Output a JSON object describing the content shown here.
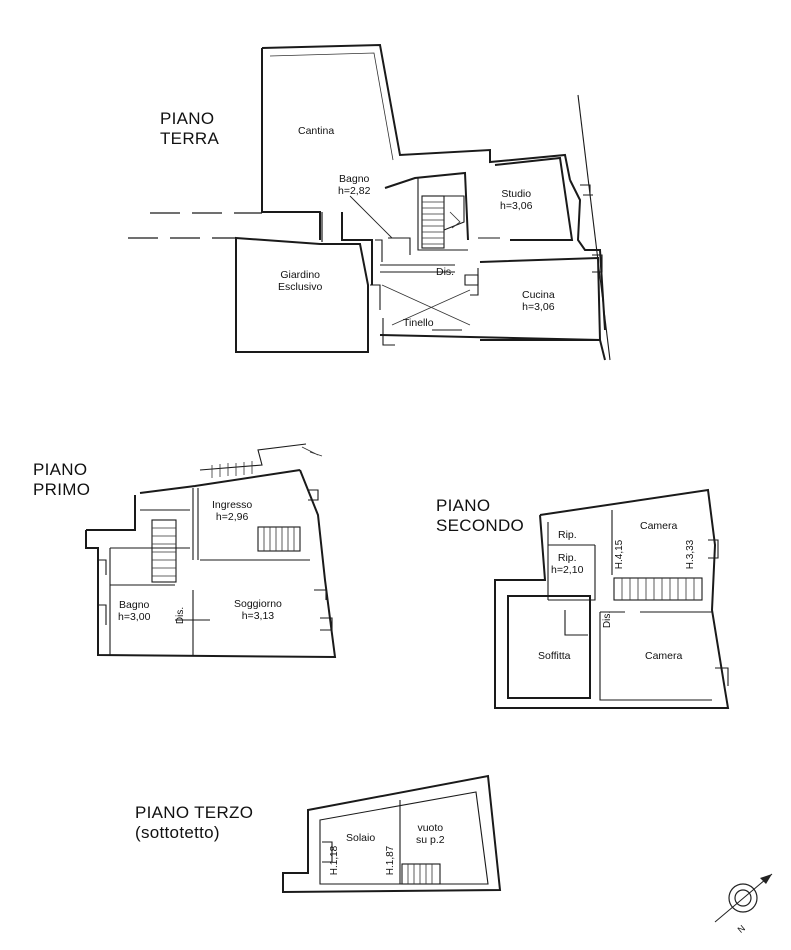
{
  "floors": {
    "terra": {
      "line1": "PIANO",
      "line2": "TERRA"
    },
    "primo": {
      "line1": "PIANO",
      "line2": "PRIMO"
    },
    "secondo": {
      "line1": "PIANO",
      "line2": "SECONDO"
    },
    "terzo": {
      "line1": "PIANO TERZO",
      "line2": "(sottotetto)"
    }
  },
  "rooms": {
    "cantina": {
      "name": "Cantina"
    },
    "bagno_t": {
      "name": "Bagno",
      "h": "h=2,82"
    },
    "studio": {
      "name": "Studio",
      "h": "h=3,06"
    },
    "giardino": {
      "name": "Giardino",
      "name2": "Esclusivo"
    },
    "dis_t": {
      "name": "Dis."
    },
    "cucina": {
      "name": "Cucina",
      "h": "h=3,06"
    },
    "tinello": {
      "name": "Tinello"
    },
    "ingresso": {
      "name": "Ingresso",
      "h": "h=2,96"
    },
    "bagno_p": {
      "name": "Bagno",
      "h": "h=3,00"
    },
    "dis_p": {
      "name": "Dis."
    },
    "soggiorno": {
      "name": "Soggiorno",
      "h": "h=3,13"
    },
    "rip1": {
      "name": "Rip."
    },
    "rip2": {
      "name": "Rip.",
      "h": "h=2,10"
    },
    "camera1": {
      "name": "Camera"
    },
    "h415": {
      "name": "H.4,15"
    },
    "h333": {
      "name": "H.3,33"
    },
    "dis_s": {
      "name": "Dis."
    },
    "soffitta": {
      "name": "Soffitta"
    },
    "camera2": {
      "name": "Camera"
    },
    "solaio": {
      "name": "Solaio"
    },
    "vuoto": {
      "name": "vuoto",
      "name2": "su p.2"
    },
    "h118": {
      "name": "H.1,18"
    },
    "h187": {
      "name": "H.1,87"
    }
  },
  "compass": {
    "label": "N"
  }
}
